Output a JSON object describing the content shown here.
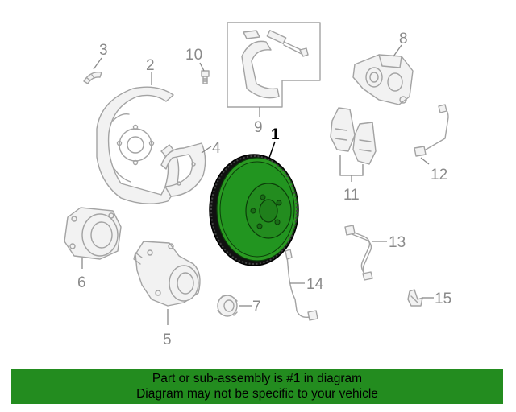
{
  "callouts": {
    "c1": "1",
    "c2": "2",
    "c3": "3",
    "c4": "4",
    "c5": "5",
    "c6": "6",
    "c7": "7",
    "c8": "8",
    "c9": "9",
    "c10": "10",
    "c11": "11",
    "c12": "12",
    "c13": "13",
    "c14": "14",
    "c15": "15"
  },
  "banner": {
    "line1": "Part or sub-assembly is #1 in diagram",
    "line2": "Diagram may not be specific to your vehicle"
  },
  "colors": {
    "highlight": "#238c1f",
    "line_art": "#a3a3a3",
    "background": "#ffffff"
  }
}
